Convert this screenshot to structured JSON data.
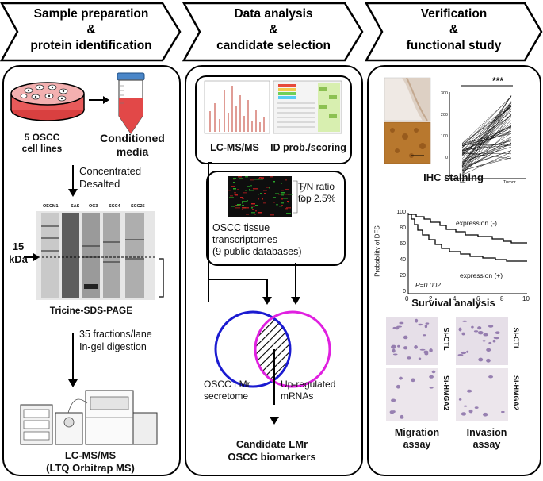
{
  "columns": [
    {
      "header": "Sample preparation\n&\nprotein identification"
    },
    {
      "header": "Data analysis\n&\ncandidate selection"
    },
    {
      "header": "Verification\n&\nfunctional study"
    }
  ],
  "left": {
    "cell_lines": "5 OSCC\ncell lines",
    "conditioned_media": "Conditioned\nmedia",
    "step1": "Concentrated\nDesalted",
    "gel_lanes": [
      "OECM1",
      "SAS",
      "OC3",
      "SCC4",
      "SCC25"
    ],
    "marker": "15\nkDa",
    "gel_title": "Tricine-SDS-PAGE",
    "step2": "35 fractions/lane\nIn-gel digestion",
    "instrument": "LC-MS/MS\n(LTQ Orbitrap MS)"
  },
  "middle": {
    "lcms_label": "LC-MS/MS",
    "id_label": "ID prob./scoring",
    "tn_ratio": "T/N ratio\ntop 2.5%",
    "transcriptomes": "OSCC tissue\ntranscriptomes\n(9 public databases)",
    "venn_left": "OSCC LMr\nsecretome",
    "venn_right": "Up-regulated\nmRNAs",
    "result": "Candidate LMr\nOSCC biomarkers"
  },
  "right": {
    "significance": "***",
    "scatter_yticks": [
      "300",
      "200",
      "100",
      "0"
    ],
    "scatter_xticks": [
      "NE",
      "Tumor"
    ],
    "ihc_label": "IHC staining",
    "km": {
      "ylabel": "Probability of DFS",
      "yticks": [
        "100",
        "80",
        "60",
        "40",
        "20",
        "0"
      ],
      "xticks": [
        "0",
        "2",
        "4",
        "6",
        "8",
        "10"
      ],
      "neg_label": "expression (-)",
      "pos_label": "expression (+)",
      "p_value": "P=0.002"
    },
    "survival_label": "Survival analysis",
    "si_ctl": "Si-CTL",
    "si_hmga2": "Si-HMGA2",
    "migration": "Migration\nassay",
    "invasion": "Invasion\nassay"
  },
  "colors": {
    "venn_left": "#1b1bd1",
    "venn_right": "#e020e0",
    "ihc_brown": "#b8782e",
    "gel_gray": "#9a9a9a",
    "heatmap_green": "#2bb32b",
    "heatmap_red": "#c82020"
  }
}
